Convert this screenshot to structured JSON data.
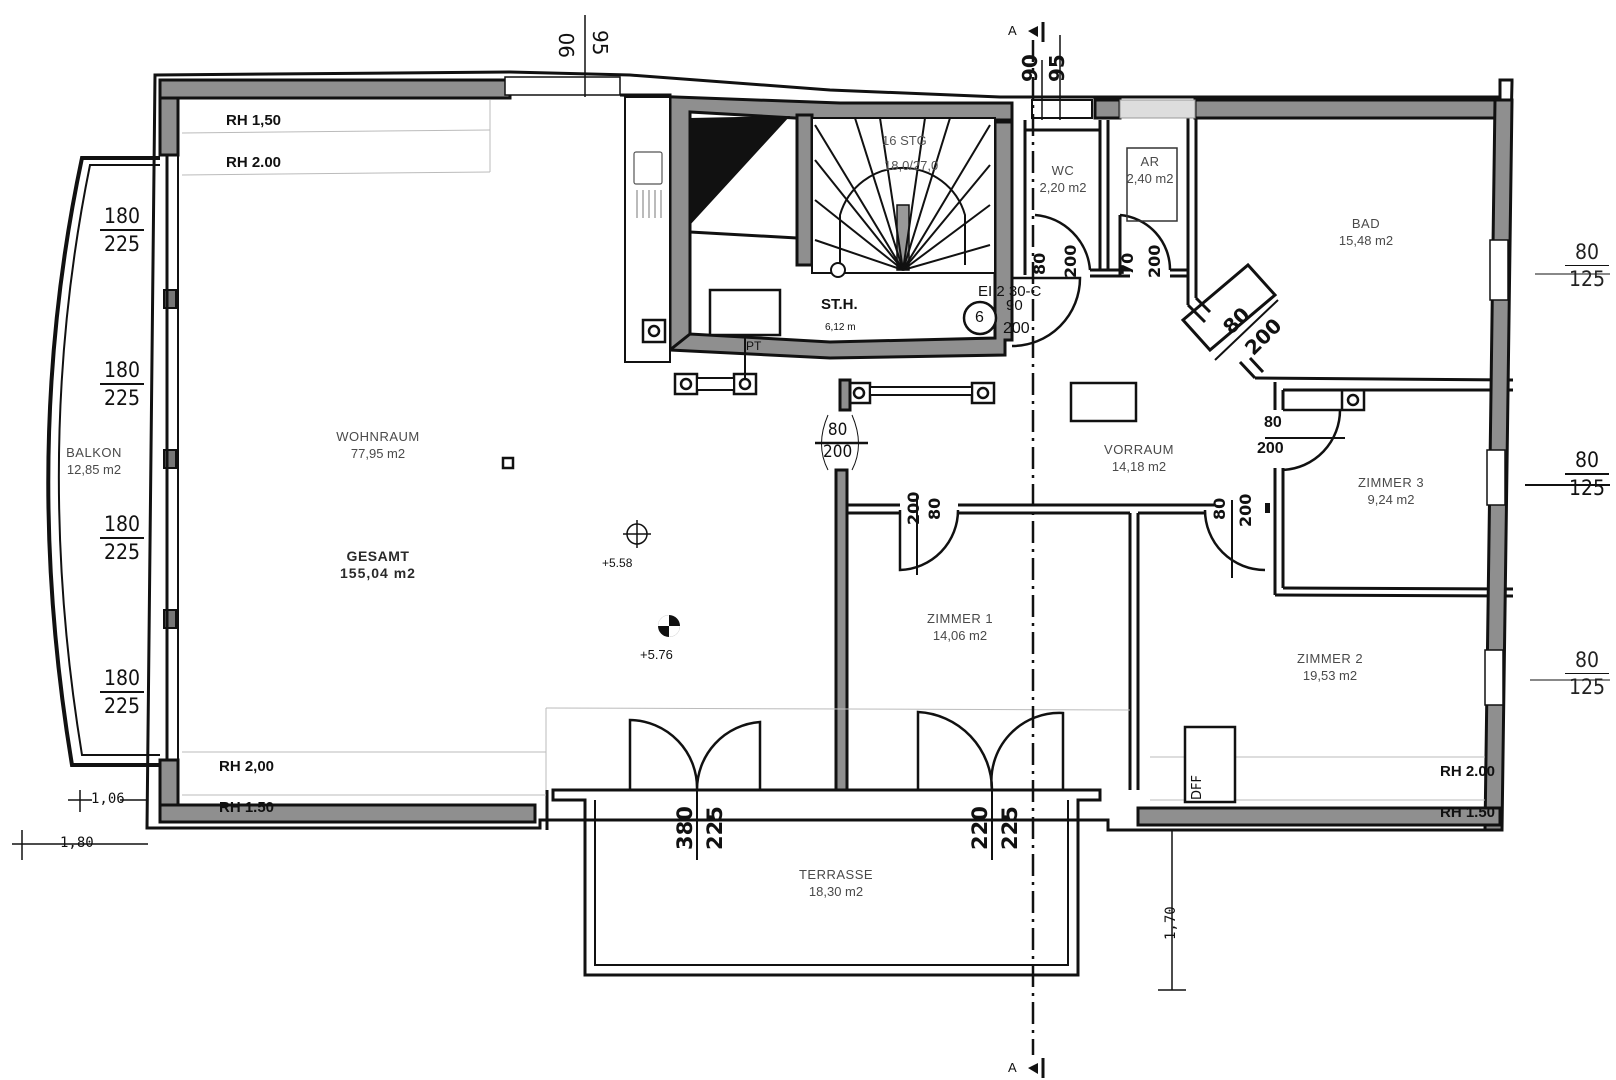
{
  "plan": {
    "rooms": {
      "wohnraum": {
        "name": "WOHNRAUM",
        "area": "77,95 m2"
      },
      "gesamt": {
        "name": "GESAMT",
        "area": "155,04 m2"
      },
      "balkon": {
        "name": "BALKON",
        "area": "12,85 m2"
      },
      "wc": {
        "name": "WC",
        "area": "2,20 m2"
      },
      "ar": {
        "name": "AR",
        "area": "2,40 m2"
      },
      "bad": {
        "name": "BAD",
        "area": "15,48 m2"
      },
      "vorraum": {
        "name": "VORRAUM",
        "area": "14,18 m2"
      },
      "zimmer3": {
        "name": "ZIMMER 3",
        "area": "9,24 m2"
      },
      "zimmer1": {
        "name": "ZIMMER 1",
        "area": "14,06 m2"
      },
      "zimmer2": {
        "name": "ZIMMER 2",
        "area": "19,53 m2"
      },
      "terrasse": {
        "name": "TERRASSE",
        "area": "18,30 m2"
      }
    },
    "stair": {
      "label": "ST.H.",
      "sub": "6,12 m",
      "steps": "16 STG",
      "riser": "18,0/27,0"
    },
    "door_label": {
      "number": "6",
      "spec": "EI 2 30-C",
      "w": "90",
      "h": "200"
    },
    "ceiling_heights": {
      "tl_150": "RH 1,50",
      "tl_200": "RH 2.00",
      "bl_200": "RH 2,00",
      "bl_150": "RH 1.50",
      "br_200": "RH 2.00",
      "br_150": "RH 1.50"
    },
    "window_dims": {
      "left": [
        {
          "w": "180",
          "h": "225"
        },
        {
          "w": "180",
          "h": "225"
        },
        {
          "w": "180",
          "h": "225"
        },
        {
          "w": "180",
          "h": "225"
        }
      ],
      "right": [
        {
          "w": "80",
          "h": "125"
        },
        {
          "w": "80",
          "h": "125"
        },
        {
          "w": "80",
          "h": "125"
        }
      ],
      "top_left": {
        "a": "90",
        "b": "95"
      },
      "top_right": {
        "a": "90",
        "b": "95"
      }
    },
    "door_dims": {
      "wc": {
        "w": "80",
        "h": "200"
      },
      "ar": {
        "w": "70",
        "h": "200"
      },
      "bad": {
        "w": "80",
        "h": "200"
      },
      "wohnraum": {
        "w": "80",
        "h": "200"
      },
      "zimmer1": {
        "h": "200",
        "w": "80"
      },
      "zimmer2": {
        "w": "80",
        "h": "200"
      },
      "zimmer3": {
        "w": "80",
        "h": "200"
      },
      "terrasse_left": {
        "w": "380",
        "h": "225"
      },
      "terrasse_right": {
        "w": "220",
        "h": "225"
      }
    },
    "levels": {
      "point1": "+5.58",
      "point2": "+5.76"
    },
    "elevations": {
      "left_upper": "1,06",
      "left_lower": "1,80",
      "bottom": "1,70"
    },
    "section_marker": "A",
    "misc": {
      "pt": "PT",
      "dff": "DFF"
    }
  }
}
